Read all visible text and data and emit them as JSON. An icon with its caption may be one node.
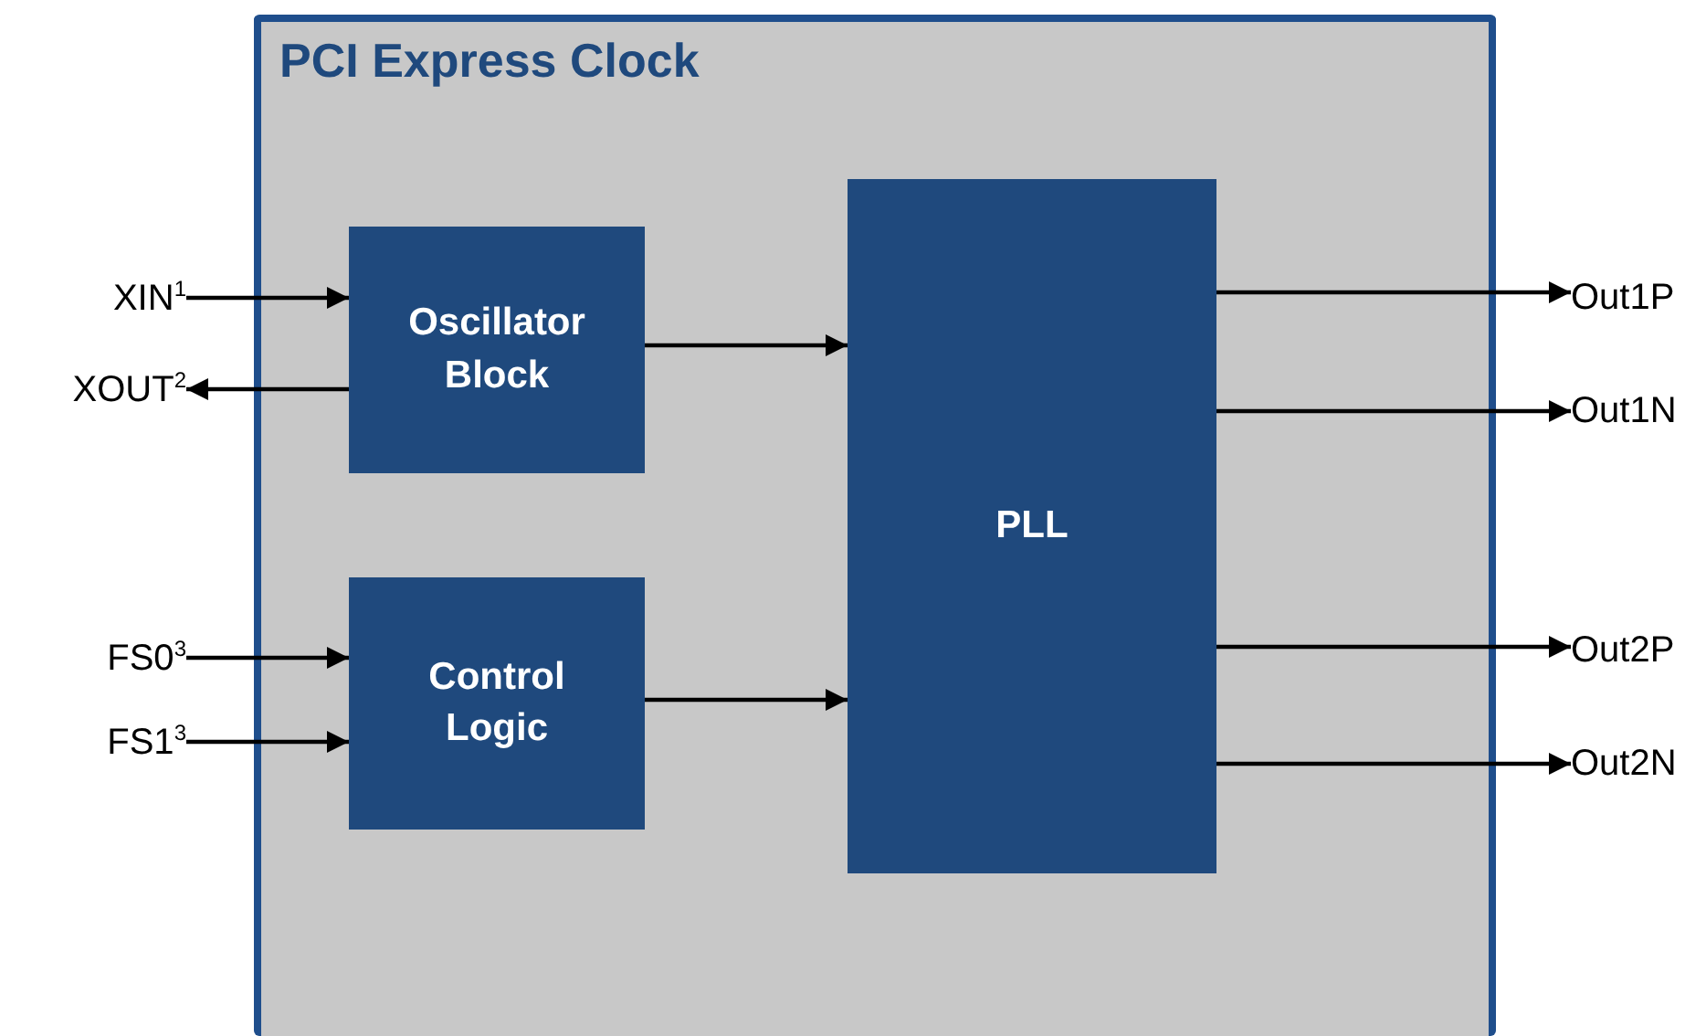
{
  "diagram": {
    "nodes": [
      {
        "text": [
          "PCI Express Clock"
        ]
      },
      {
        "text": [
          "Oscillator Block"
        ],
        "in": 0
      },
      {
        "text": [
          "Control Logic"
        ],
        "in": 0
      },
      {
        "text": [
          "PLL"
        ],
        "in": 0
      },
      {
        "text": [
          "XIN$^{1}$"
        ]
      },
      {
        "text": [
          "XOUT$^{2}$"
        ]
      },
      {
        "text": [
          "FS0$^{3}$"
        ]
      },
      {
        "text": [
          "FS1$^{3}$"
        ]
      },
      {
        "text": [
          "Out1P"
        ]
      },
      {
        "text": [
          "Out1N"
        ]
      },
      {
        "text": [
          "Out2P"
        ]
      },
      {
        "text": [
          "Out2N"
        ]
      }
    ],
    "edges": [
      {
        "from": 4,
        "to": 1,
        "arrow": "to"
      },
      {
        "from": 1,
        "to": 5,
        "arrow": "to"
      },
      {
        "from": 6,
        "to": 2,
        "arrow": "to"
      },
      {
        "from": 7,
        "to": 2,
        "arrow": "to"
      },
      {
        "from": 1,
        "to": 3,
        "arrow": "to"
      },
      {
        "from": 2,
        "to": 3,
        "arrow": "to"
      },
      {
        "from": 3,
        "to": 8,
        "arrow": "to"
      },
      {
        "from": 3,
        "to": 9,
        "arrow": "to"
      },
      {
        "from": 3,
        "to": 10,
        "arrow": "to"
      },
      {
        "from": 3,
        "to": 11,
        "arrow": "to"
      }
    ]
  }
}
